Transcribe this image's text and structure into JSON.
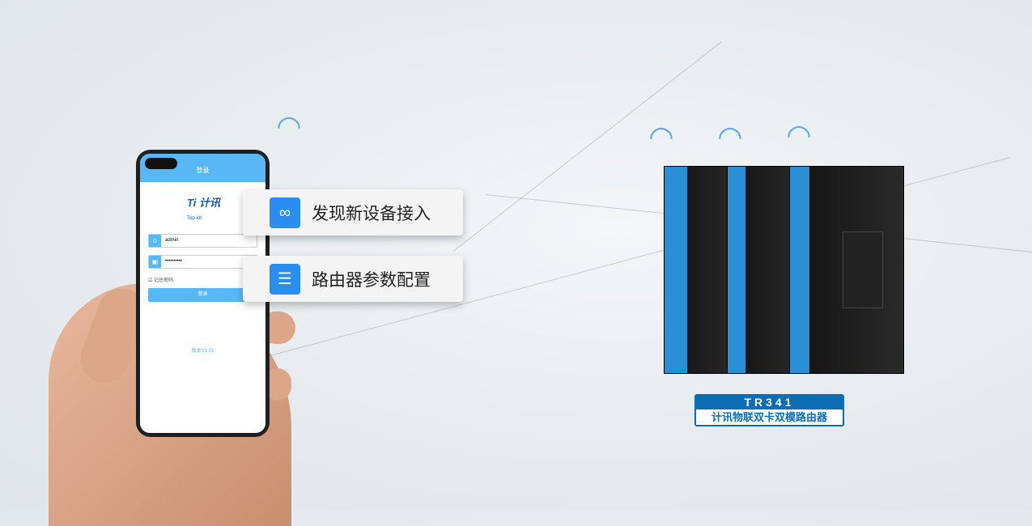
{
  "phone": {
    "title": "登录",
    "logo": "计讯",
    "logo_sub": "Top-iot",
    "username": "admin",
    "password": "••••••••••",
    "remember": "记住密码",
    "login_button": "登录",
    "version": "版本V1.01"
  },
  "features": [
    {
      "icon": "connect-icon",
      "label": "发现新设备接入"
    },
    {
      "icon": "sliders-icon",
      "label": "路由器参数配置"
    }
  ],
  "product": {
    "model": "TR341",
    "name": "计讯物联双卡双模路由器"
  },
  "colors": {
    "accent": "#2a8df0",
    "label": "#0d6db3"
  }
}
